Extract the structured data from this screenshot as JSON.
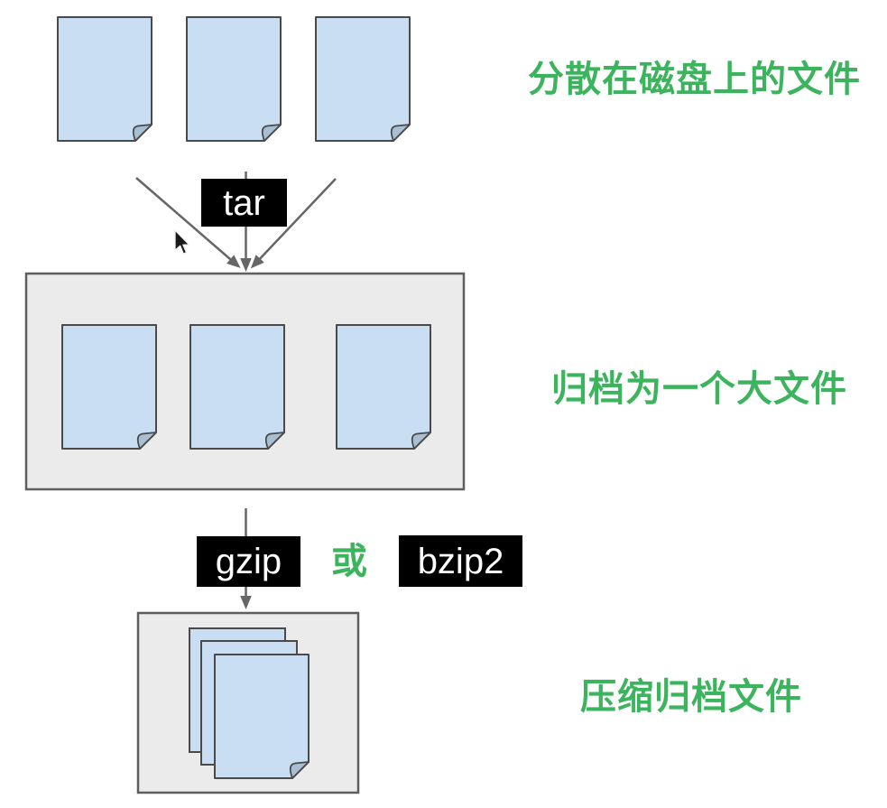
{
  "diagram": {
    "stage_scattered": {
      "caption": "分散在磁盘上的文件"
    },
    "archive_step": {
      "tool": "tar"
    },
    "stage_archived": {
      "caption": "归档为一个大文件"
    },
    "compress_step": {
      "tool_a": "gzip",
      "or_word": "或",
      "tool_b": "bzip2"
    },
    "stage_compressed": {
      "caption": "压缩归档文件"
    },
    "colors": {
      "caption_green": "#3cb45e",
      "file_fill": "#c9def3",
      "file_fold_fill": "#a7bed3",
      "file_stroke": "#4a4a4a",
      "box_fill": "#ebebeb",
      "box_stroke": "#5e5e5e",
      "arrow": "#666666",
      "label_bg": "#000000",
      "label_text": "#ffffff",
      "cursor_fill": "#1a1a1a"
    }
  }
}
